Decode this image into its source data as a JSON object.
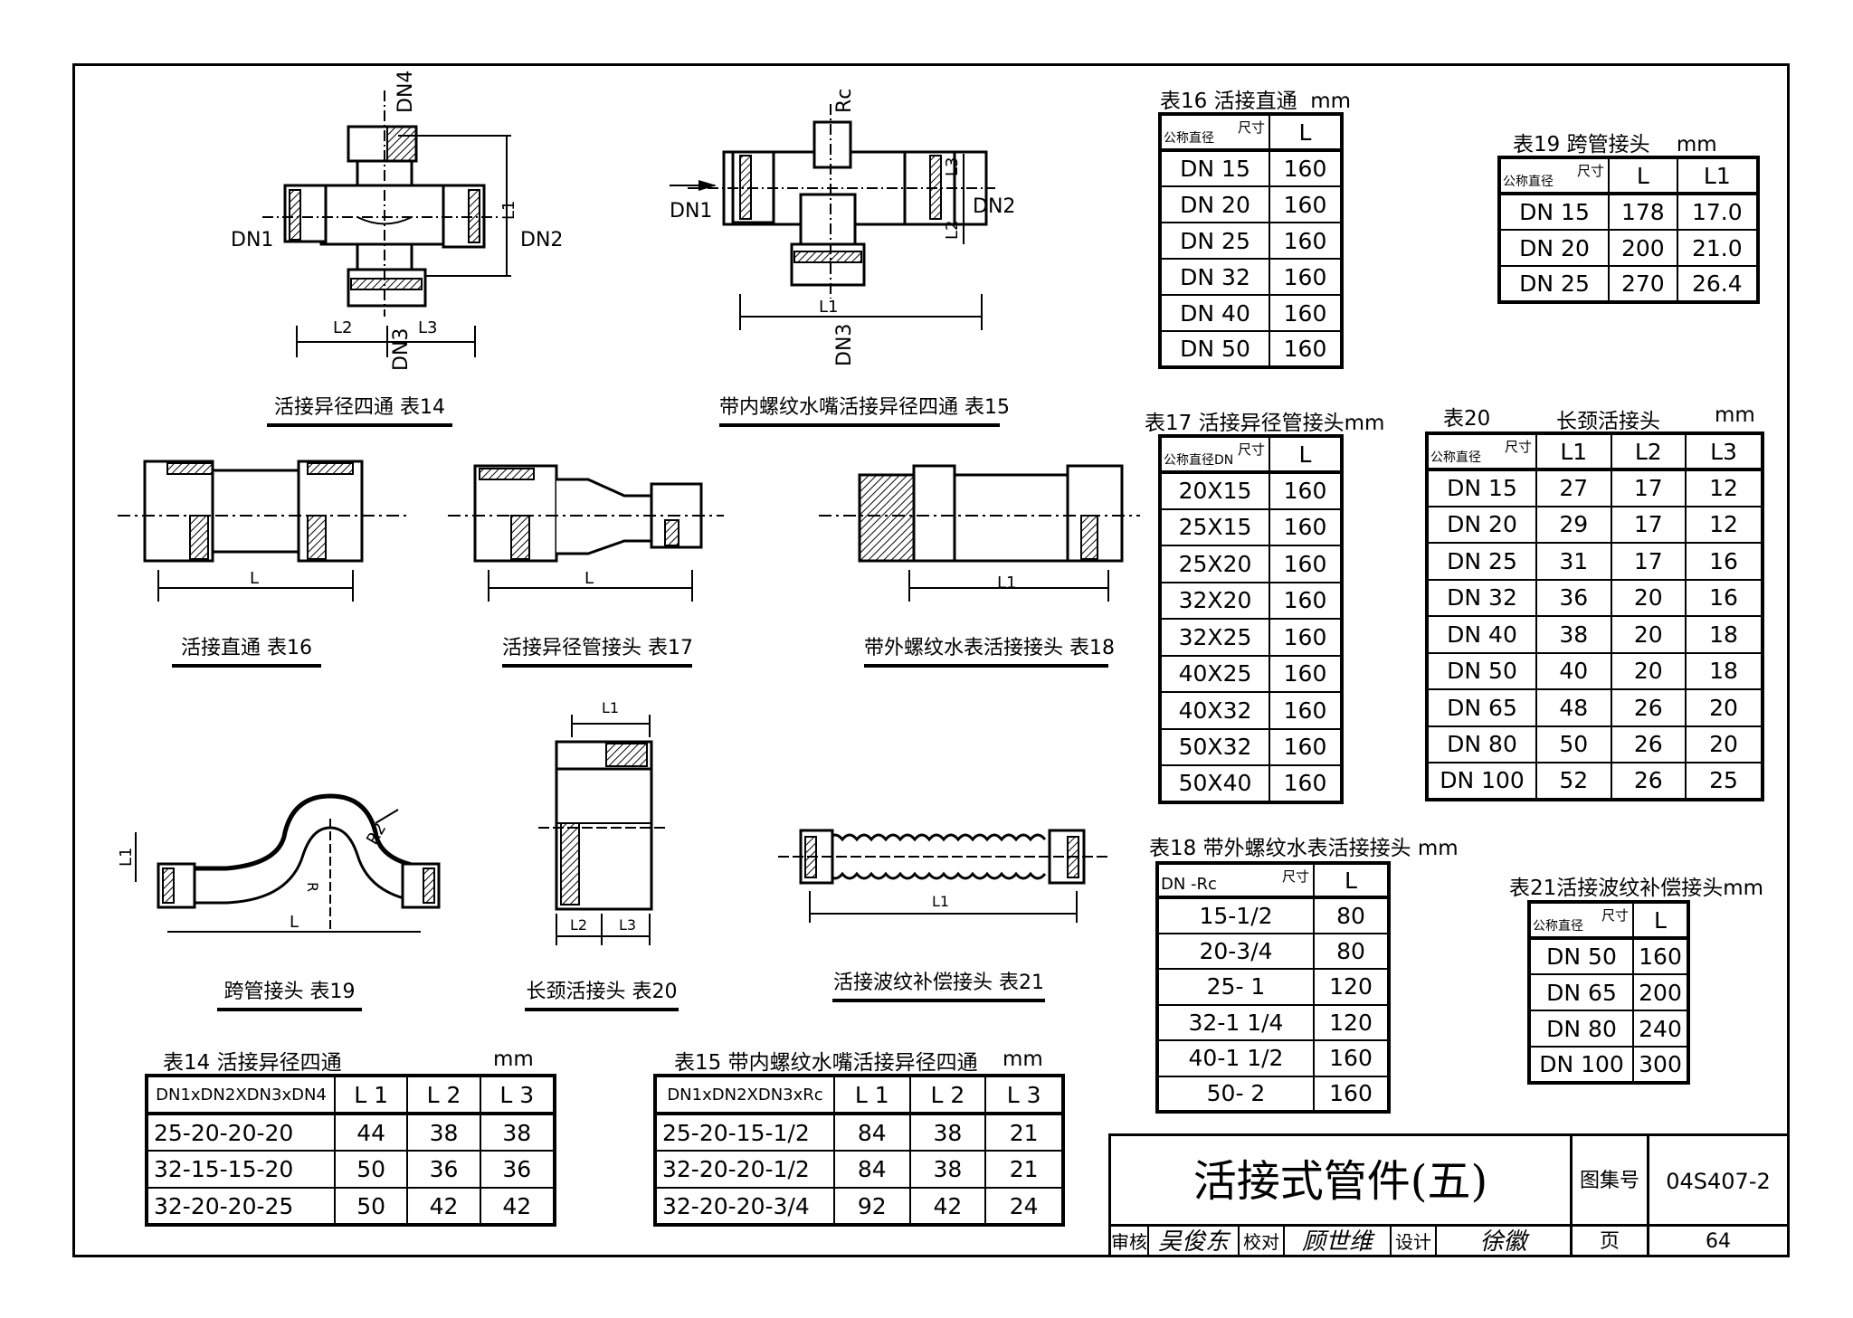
{
  "captions": {
    "fig14": "活接异径四通  表14",
    "fig15": "带内螺纹水嘴活接异径四通  表15",
    "fig16": "活接直通  表16",
    "fig17": "活接异径管接头 表17",
    "fig18": "带外螺纹水表活接接头 表18",
    "fig19": "跨管接头  表19",
    "fig20": "长颈活接头 表20",
    "fig21": "活接波纹补偿接头  表21"
  },
  "labels": {
    "dn1": "DN1",
    "dn2": "DN2",
    "dn3": "DN3",
    "dn4": "DN4",
    "rc": "Rc",
    "l": "L",
    "l1": "L1",
    "l2": "L2",
    "l3": "L3",
    "r": "R",
    "r2": "R2"
  },
  "diag_size": "尺寸",
  "diag_dn": "公称直径",
  "diag_dn2": "公称直径DN",
  "t14": {
    "title": "表14    活接异径四通",
    "unit": "mm",
    "head": [
      "DN1xDN2XDN3xDN4",
      "L 1",
      "L 2",
      "L 3"
    ],
    "rows": [
      [
        "25-20-20-20",
        "44",
        "38",
        "38"
      ],
      [
        "32-15-15-20",
        "50",
        "36",
        "36"
      ],
      [
        "32-20-20-25",
        "50",
        "42",
        "42"
      ]
    ]
  },
  "t15": {
    "title": "表15    带内螺纹水嘴活接异径四通",
    "unit": "mm",
    "head": [
      "DN1xDN2XDN3xRc",
      "L 1",
      "L 2",
      "L 3"
    ],
    "rows": [
      [
        "25-20-15-1/2",
        "84",
        "38",
        "21"
      ],
      [
        "32-20-20-1/2",
        "84",
        "38",
        "21"
      ],
      [
        "32-20-20-3/4",
        "92",
        "42",
        "24"
      ]
    ]
  },
  "t16": {
    "title": "表16 活接直通",
    "unit": "mm",
    "head": [
      "L"
    ],
    "rows": [
      [
        "DN 15",
        "160"
      ],
      [
        "DN 20",
        "160"
      ],
      [
        "DN 25",
        "160"
      ],
      [
        "DN 32",
        "160"
      ],
      [
        "DN 40",
        "160"
      ],
      [
        "DN 50",
        "160"
      ]
    ]
  },
  "t17": {
    "title": "表17 活接异径管接头mm",
    "head": [
      "L"
    ],
    "rows": [
      [
        "20X15",
        "160"
      ],
      [
        "25X15",
        "160"
      ],
      [
        "25X20",
        "160"
      ],
      [
        "32X20",
        "160"
      ],
      [
        "32X25",
        "160"
      ],
      [
        "40X25",
        "160"
      ],
      [
        "40X32",
        "160"
      ],
      [
        "50X32",
        "160"
      ],
      [
        "50X40",
        "160"
      ]
    ]
  },
  "t18": {
    "title": "表18 带外螺纹水表活接接头",
    "unit": "mm",
    "corner": "DN -Rc",
    "head": [
      "L"
    ],
    "rows": [
      [
        "15-1/2",
        "80"
      ],
      [
        "20-3/4",
        "80"
      ],
      [
        "25- 1",
        "120"
      ],
      [
        "32-1 1/4",
        "120"
      ],
      [
        "40-1 1/2",
        "160"
      ],
      [
        "50- 2",
        "160"
      ]
    ]
  },
  "t19": {
    "title": "表19    跨管接头",
    "unit": "mm",
    "head": [
      "L",
      "L1"
    ],
    "rows": [
      [
        "DN 15",
        "178",
        "17.0"
      ],
      [
        "DN 20",
        "200",
        "21.0"
      ],
      [
        "DN 25",
        "270",
        "26.4"
      ]
    ]
  },
  "t20": {
    "title": "表20",
    "subtitle": "长颈活接头",
    "unit": "mm",
    "head": [
      "L1",
      "L2",
      "L3"
    ],
    "rows": [
      [
        "DN 15",
        "27",
        "17",
        "12"
      ],
      [
        "DN 20",
        "29",
        "17",
        "12"
      ],
      [
        "DN 25",
        "31",
        "17",
        "16"
      ],
      [
        "DN 32",
        "36",
        "20",
        "16"
      ],
      [
        "DN 40",
        "38",
        "20",
        "18"
      ],
      [
        "DN 50",
        "40",
        "20",
        "18"
      ],
      [
        "DN 65",
        "48",
        "26",
        "20"
      ],
      [
        "DN 80",
        "50",
        "26",
        "20"
      ],
      [
        "DN 100",
        "52",
        "26",
        "25"
      ]
    ]
  },
  "t21": {
    "title": "表21活接波纹补偿接头mm",
    "head": [
      "L"
    ],
    "rows": [
      [
        "DN 50",
        "160"
      ],
      [
        "DN 65",
        "200"
      ],
      [
        "DN 80",
        "240"
      ],
      [
        "DN 100",
        "300"
      ]
    ]
  },
  "titleblock": {
    "title": "活接式管件(五)",
    "atlas_label": "图集号",
    "atlas_no": "04S407-2",
    "review": "审核",
    "reviewer_sig": "吴俊东",
    "check": "校对",
    "checker_sig": "顾世维",
    "design": "设计",
    "designer_sig": "徐徽",
    "page_label": "页",
    "page_no": "64"
  }
}
